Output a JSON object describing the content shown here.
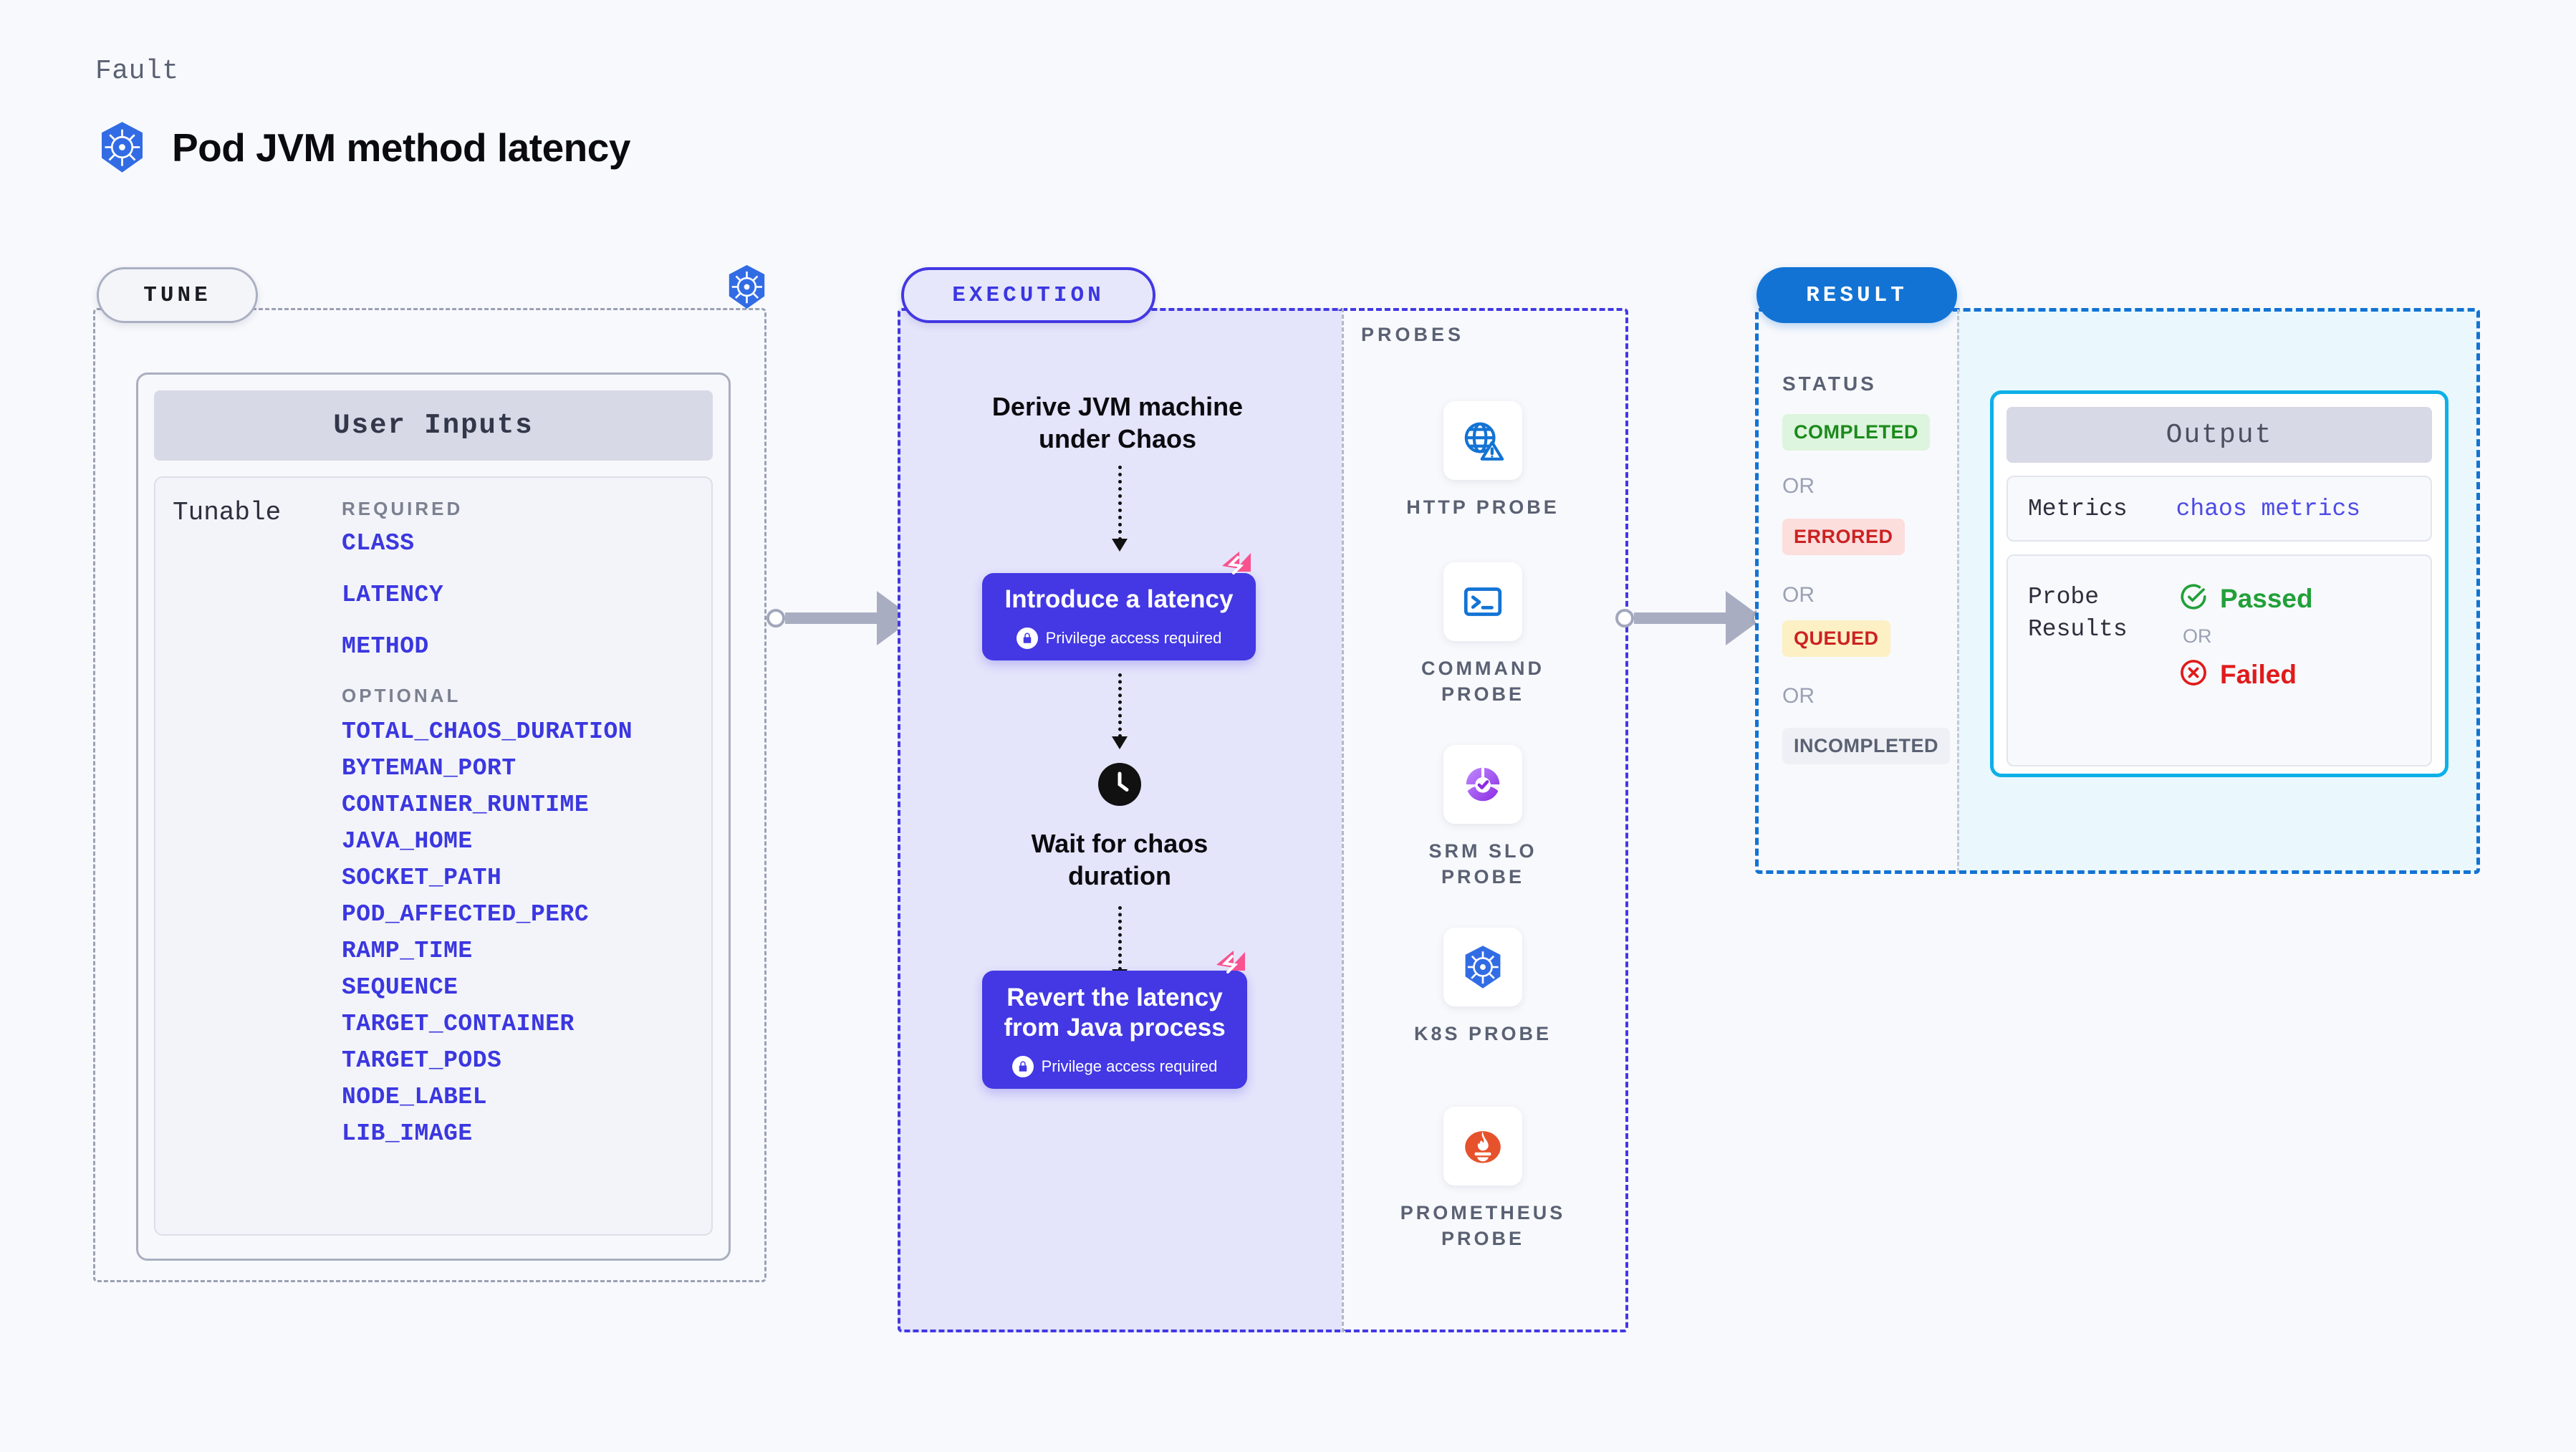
{
  "header": {
    "kicker": "Fault",
    "title": "Pod JVM method latency",
    "icon": "kubernetes-icon"
  },
  "tune": {
    "pill_label": "TUNE",
    "card_title": "User Inputs",
    "tunable_label": "Tunable",
    "required_label": "REQUIRED",
    "optional_label": "OPTIONAL",
    "required_params": [
      "CLASS",
      "LATENCY",
      "METHOD"
    ],
    "optional_params": [
      "TOTAL_CHAOS_DURATION",
      "BYTEMAN_PORT",
      "CONTAINER_RUNTIME",
      "JAVA_HOME",
      "SOCKET_PATH",
      "POD_AFFECTED_PERC",
      "RAMP_TIME",
      "SEQUENCE",
      "TARGET_CONTAINER",
      "TARGET_PODS",
      "NODE_LABEL",
      "LIB_IMAGE"
    ],
    "badge_icon": "kubernetes-icon"
  },
  "execution": {
    "pill_label": "EXECUTION",
    "step1_text": "Derive JVM machine\nunder Chaos",
    "card1": {
      "title": "Introduce a latency",
      "privilege_note": "Privilege access required",
      "lock_icon": "lock-icon",
      "corner_icon": "litmus-chaos-icon"
    },
    "wait_step": {
      "icon": "clock-icon",
      "text": "Wait for chaos\nduration"
    },
    "card2": {
      "title": "Revert the latency\nfrom Java process",
      "privilege_note": "Privilege access required",
      "lock_icon": "lock-icon",
      "corner_icon": "litmus-chaos-icon"
    }
  },
  "probes": {
    "title": "PROBES",
    "items": [
      {
        "label": "HTTP PROBE",
        "icon": "globe-warning-icon"
      },
      {
        "label": "COMMAND\nPROBE",
        "icon": "terminal-icon"
      },
      {
        "label": "SRM SLO\nPROBE",
        "icon": "slo-check-icon"
      },
      {
        "label": "K8S PROBE",
        "icon": "kubernetes-icon"
      },
      {
        "label": "PROMETHEUS\nPROBE",
        "icon": "prometheus-icon"
      }
    ]
  },
  "result": {
    "pill_label": "RESULT",
    "status_title": "STATUS",
    "or_label": "OR",
    "statuses": [
      {
        "label": "COMPLETED",
        "bg": "#ddf5de",
        "color": "#1c8a1c"
      },
      {
        "label": "ERRORED",
        "bg": "#fcdedd",
        "color": "#cc2222"
      },
      {
        "label": "QUEUED",
        "bg": "#fcf0c4",
        "color": "#cc2222"
      },
      {
        "label": "INCOMPLETED",
        "bg": "#eef0f5",
        "color": "#5a6173"
      }
    ],
    "output": {
      "header": "Output",
      "metrics_label": "Metrics",
      "metrics_value": "chaos metrics",
      "probe_results_label": "Probe\nResults",
      "passed_label": "Passed",
      "failed_label": "Failed",
      "or_label": "OR",
      "passed_icon": "check-circle-icon",
      "failed_icon": "x-circle-icon",
      "passed_color": "#22a03a",
      "failed_color": "#e01b1b"
    }
  },
  "colors": {
    "page_bg": "#f8f9fc",
    "execution_purple": "#4338e3",
    "execution_panel_bg": "#e4e4fb",
    "result_blue": "#1273d4",
    "output_border": "#0eb0e8",
    "litmus_pink": "#f8528f",
    "param_blue": "#3b37e0"
  }
}
